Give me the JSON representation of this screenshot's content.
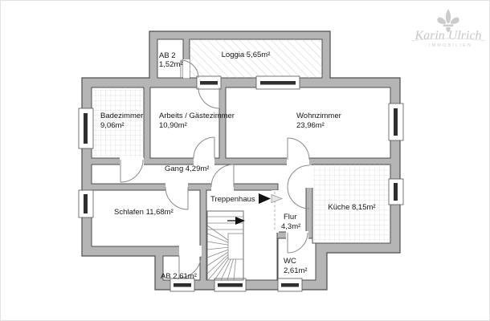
{
  "rooms": {
    "ab2": {
      "line1": "AB 2",
      "line2": "1,52m²"
    },
    "loggia": {
      "label": "Loggia 5,65m²"
    },
    "badezimmer": {
      "line1": "Badezimmer",
      "line2": "9,06m²"
    },
    "arbeitszimmer": {
      "line1": "Arbeits / Gästezimmer",
      "line2": "10,90m²"
    },
    "wohnzimmer": {
      "line1": "Wohnzimmer",
      "line2": "23,96m²"
    },
    "gang": {
      "label": "Gang 4,29m²"
    },
    "schlafen": {
      "label": "Schlafen 11,68m²"
    },
    "treppenhaus": {
      "label": "Treppenhaus"
    },
    "flur": {
      "line1": "Flur",
      "line2": "4,3m²"
    },
    "wc": {
      "line1": "WC",
      "line2": "2,61m²"
    },
    "ab": {
      "label": "AB 2,61m²"
    },
    "kueche": {
      "label": "Küche 8,15m²"
    }
  },
  "logo": {
    "name": "Karin Ulrich",
    "tagline": "IMMOBILIEN",
    "symbol": "fleur-de-lis"
  },
  "colors": {
    "wall_fill": "#b5b5b5",
    "wall_outline": "#4d4d4d",
    "tile_line": "#d8d8d8",
    "hatch_line": "#cacaca",
    "door_arc": "#8a8a8a",
    "window_glass": "#2e2e2e",
    "entry_arrow": "#111111",
    "logo_gray": "#cccccc"
  }
}
